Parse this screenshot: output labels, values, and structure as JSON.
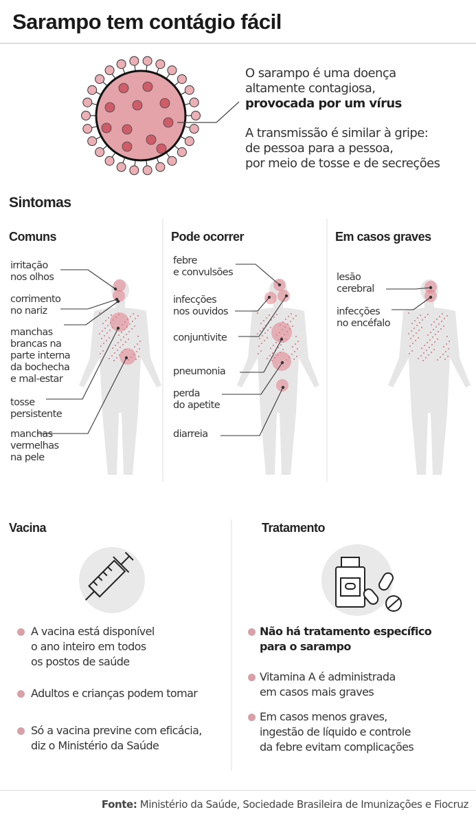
{
  "title": "Sarampo tem contágio fácil",
  "intro": {
    "p1_line1": "O sarampo é uma doença",
    "p1_line2": "altamente contagiosa,",
    "p1_bold": "provocada por um vírus",
    "p2_line1": "A transmissão é similar à gripe:",
    "p2_line2": "de pessoa para a pessoa,",
    "p2_line3": "por meio de tosse e de secreções"
  },
  "symptoms": {
    "heading": "Sintomas",
    "columns": [
      {
        "title": "Comuns",
        "items": [
          "irritação\nnos olhos",
          "corrimento\nno nariz",
          "manchas\nbrancas na\nparte interna\nda bochecha\ne mal-estar",
          "tosse\npersistente",
          "manchas\nvermelhas\nna pele"
        ]
      },
      {
        "title": "Pode ocorrer",
        "items": [
          "febre\ne convulsões",
          "infecções\nnos ouvidos",
          "conjuntivite",
          "pneumonia",
          "perda\ndo apetite",
          "diarreia"
        ]
      },
      {
        "title": "Em casos graves",
        "items": [
          "lesão\ncerebral",
          "infecções\nno encéfalo"
        ]
      }
    ]
  },
  "vaccine": {
    "title": "Vacina",
    "icon": "syringe-icon",
    "bullets": [
      "A vacina está disponível\no ano inteiro em todos\nos postos de saúde",
      "Adultos e crianças podem tomar",
      "Só a vacina previne com eficácia,\ndiz o Ministério da Saúde"
    ]
  },
  "treatment": {
    "title": "Tratamento",
    "icon": "pill-bottle-icon",
    "bullets_bold": "Não há tratamento específico\n para o sarampo",
    "bullets": [
      "Vitamina A é administrada\nem casos mais graves",
      "Em casos menos graves,\ningestão de líquido e controle\nda febre evitam complicações"
    ]
  },
  "footer": {
    "label": "Fonte:",
    "text": " Ministério da Saúde, Sociedade Brasileira de Imunizações e Fiocruz"
  },
  "colors": {
    "accent": "#d9a0a8",
    "virus": "#e3a3a8",
    "spot": "#c9515f",
    "body": "#e6e6e6"
  }
}
